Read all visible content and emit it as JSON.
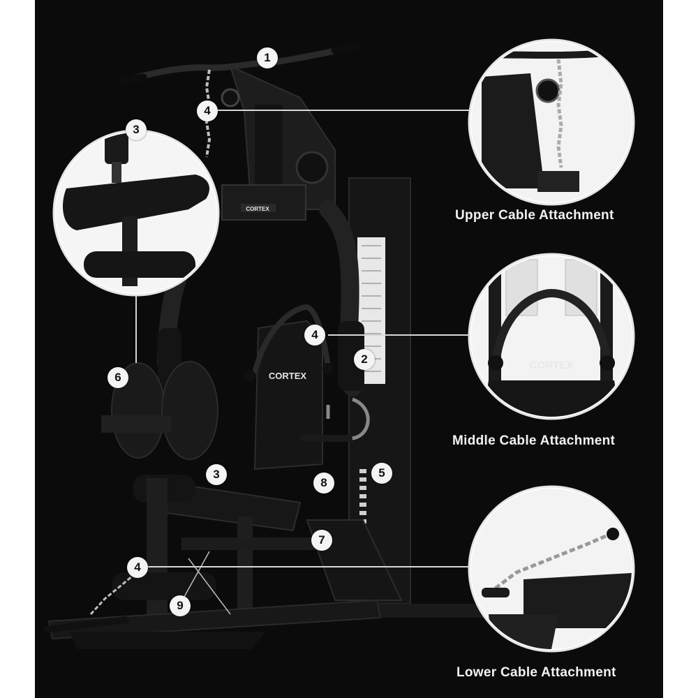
{
  "colors": {
    "background": "#0b0b0b",
    "frame": "#1c1c1c",
    "pad": "#141414",
    "marker_fill": "#f4f4f4",
    "caption_text": "#f2f2f2",
    "leader_line": "#d8d8d8"
  },
  "brand": {
    "logo_text": "CORTEX",
    "backpad_logo": "CORTEX",
    "crossbar_logo": "CORTEX",
    "rope_detail_logo": "CORTEX"
  },
  "callouts": {
    "upper": {
      "caption": "Upper Cable Attachment"
    },
    "middle": {
      "caption": "Middle Cable Attachment"
    },
    "lower": {
      "caption": "Lower Cable Attachment"
    }
  },
  "markers": {
    "m1": "1",
    "m2": "2",
    "m3_top": "3",
    "m3_bottom": "3",
    "m4_top": "4",
    "m4_middle": "4",
    "m4_bottom": "4",
    "m5": "5",
    "m6": "6",
    "m7": "7",
    "m8": "8",
    "m9": "9"
  }
}
